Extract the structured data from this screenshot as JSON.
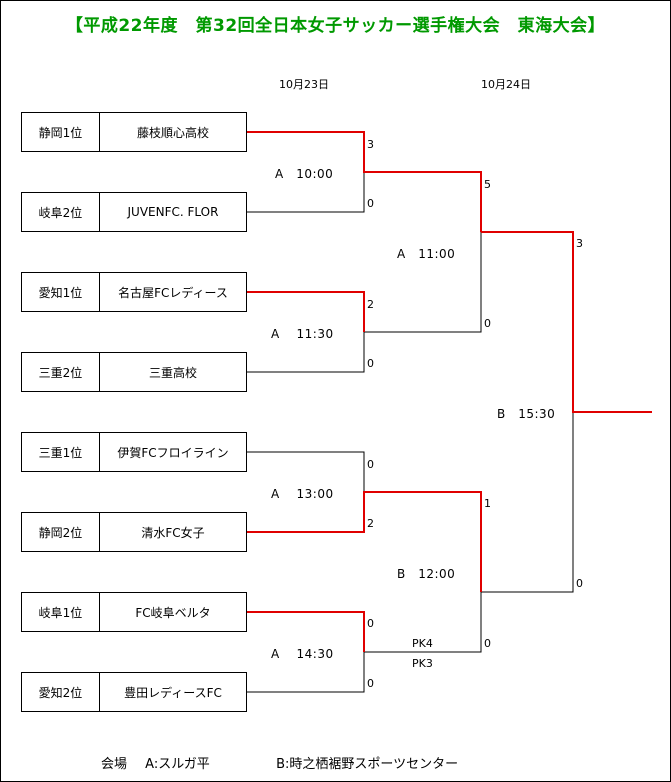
{
  "title": "【平成22年度　第32回全日本女子サッカー選手権大会　東海大会】",
  "dates": [
    "10月23日",
    "10月24日"
  ],
  "teams": [
    {
      "seed": "静岡1位",
      "name": "藤枝順心高校"
    },
    {
      "seed": "岐阜2位",
      "name": "JUVENFC. FLOR"
    },
    {
      "seed": "愛知1位",
      "name": "名古屋FCレディース"
    },
    {
      "seed": "三重2位",
      "name": "三重高校"
    },
    {
      "seed": "三重1位",
      "name": "伊賀FCフロイライン"
    },
    {
      "seed": "静岡2位",
      "name": "清水FC女子"
    },
    {
      "seed": "岐阜1位",
      "name": "FC岐阜ベルタ"
    },
    {
      "seed": "愛知2位",
      "name": "豊田レディースFC"
    }
  ],
  "round1": [
    {
      "time": "A　10:00",
      "top_score": "3",
      "bottom_score": "0"
    },
    {
      "time": "A　 11:30",
      "top_score": "2",
      "bottom_score": "0"
    },
    {
      "time": "A　 13:00",
      "top_score": "0",
      "bottom_score": "2"
    },
    {
      "time": "A　 14:30",
      "top_score": "0",
      "bottom_score": "0",
      "top_pk": "PK4",
      "bottom_pk": "PK3"
    }
  ],
  "round2": [
    {
      "time": "A　11:00",
      "top_score": "5",
      "bottom_score": "0"
    },
    {
      "time": "B　12:00",
      "top_score": "1",
      "bottom_score": "0"
    }
  ],
  "final": {
    "time": "B　15:30",
    "top_score": "3",
    "bottom_score": "0"
  },
  "footer": {
    "venue_label": "会場",
    "venue_a": "A:スルガ平",
    "venue_b": "B:時之栖裾野スポーツセンター"
  },
  "colors": {
    "title": "#009900",
    "winner_line": "#e00000",
    "line": "#000000"
  }
}
